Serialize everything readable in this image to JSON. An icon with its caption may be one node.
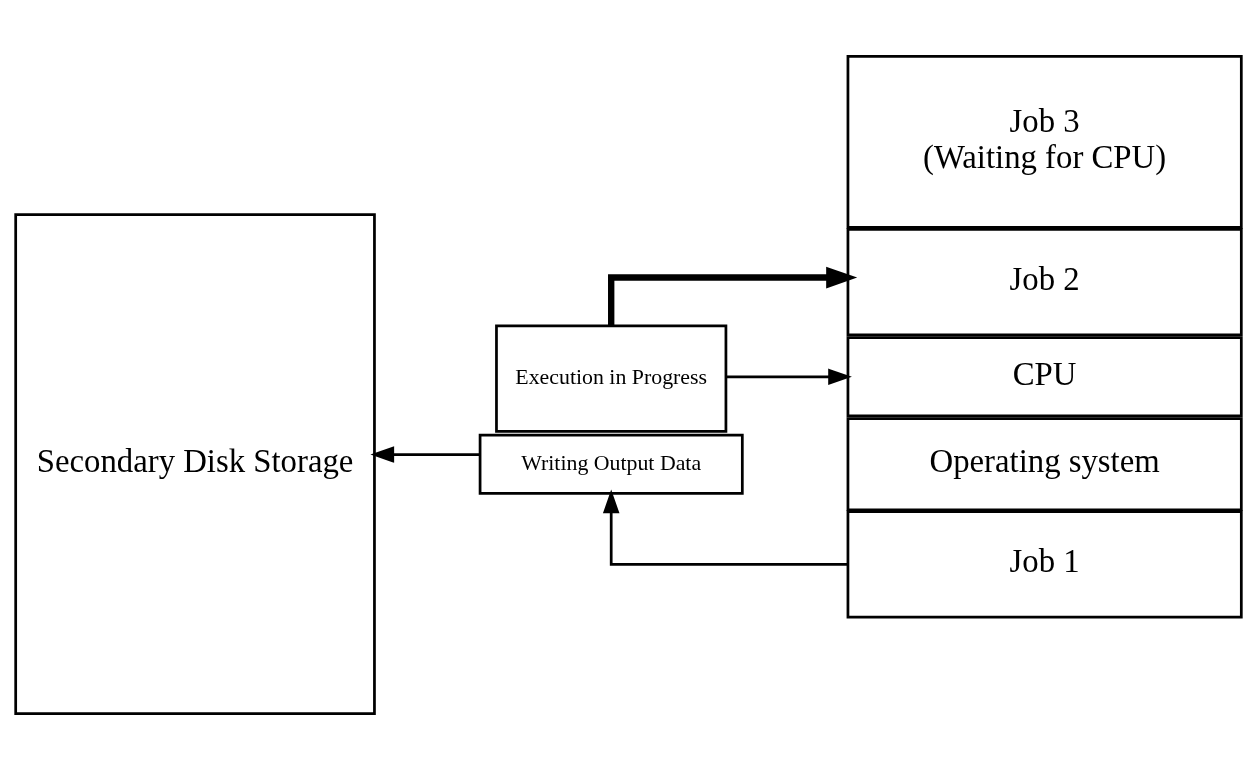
{
  "diagram": {
    "nodes": [
      {
        "text": [
          "Secondary Disk Storage"
        ]
      },
      {
        "text": [
          "Writing Output Data"
        ]
      },
      {
        "text": [
          "Operating system"
        ]
      },
      {
        "text": [
          "Job 1"
        ]
      },
      {
        "text": [
          "Job 2"
        ]
      },
      {
        "text": [
          "Job 3",
          "(Waiting for CPU)"
        ]
      },
      {
        "text": [
          "Execution in Progress"
        ]
      },
      {
        "text": [
          "CPU"
        ]
      }
    ],
    "edges": [
      {
        "from": 3,
        "to": 1,
        "arrow": "to"
      },
      {
        "from": 1,
        "to": 0,
        "arrow": "to"
      },
      {
        "from": 6,
        "to": 4,
        "arrow": "to",
        "style": "thick"
      },
      {
        "from": 6,
        "to": 7,
        "arrow": "to"
      }
    ]
  }
}
